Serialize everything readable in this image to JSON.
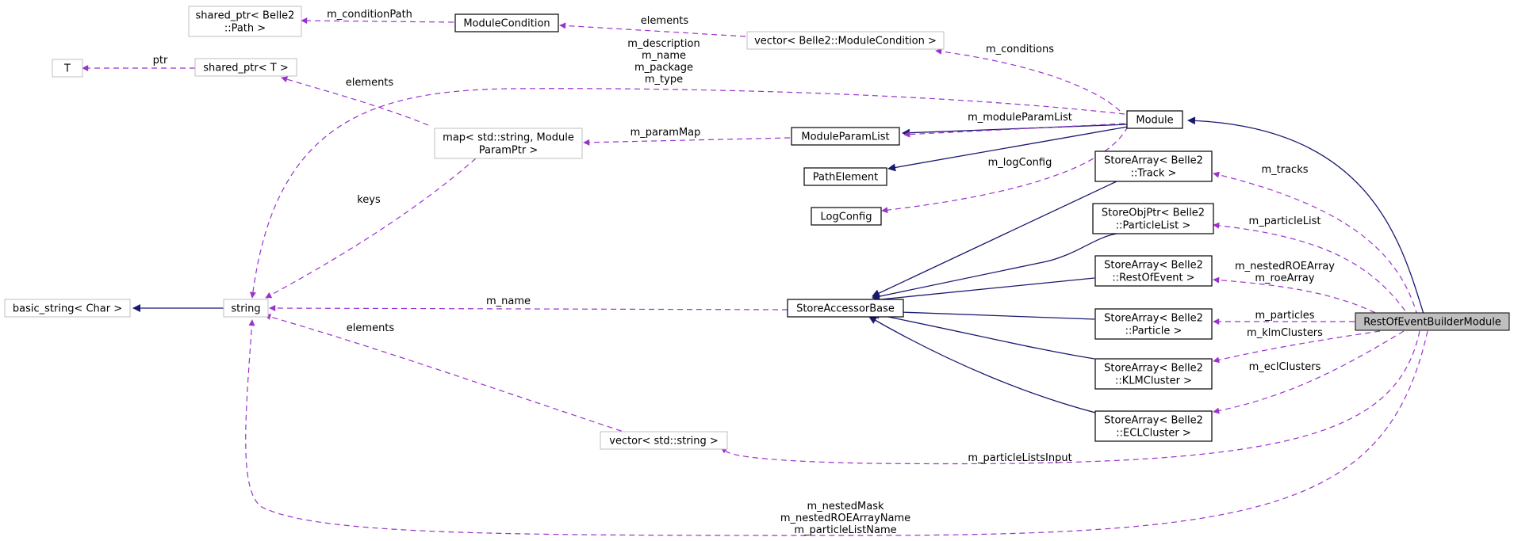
{
  "colors": {
    "inheritance": "#191970",
    "usage": "#9a32cd",
    "grey_border": "#bfbfbf",
    "focus_fill": "#bfbfbf"
  },
  "nodes": {
    "sp_path": [
      "shared_ptr< Belle2",
      "::Path >"
    ],
    "module_condition": [
      "ModuleCondition"
    ],
    "vec_module_condition": [
      "vector< Belle2::ModuleCondition >"
    ],
    "t": [
      "T"
    ],
    "sp_t": [
      "shared_ptr< T >"
    ],
    "map_param": [
      "map< std::string, Module",
      "ParamPtr >"
    ],
    "module_param_list": [
      "ModuleParamList"
    ],
    "module": [
      "Module"
    ],
    "path_element": [
      "PathElement"
    ],
    "log_config": [
      "LogConfig"
    ],
    "sa_track": [
      "StoreArray< Belle2",
      "::Track >"
    ],
    "sop_particle_list": [
      "StoreObjPtr< Belle2",
      "::ParticleList >"
    ],
    "sa_roe": [
      "StoreArray< Belle2",
      "::RestOfEvent >"
    ],
    "basic_string": [
      "basic_string< Char >"
    ],
    "string": [
      "string"
    ],
    "store_accessor_base": [
      "StoreAccessorBase"
    ],
    "rest_of_event_builder": [
      "RestOfEventBuilderModule"
    ],
    "sa_particle": [
      "StoreArray< Belle2",
      "::Particle >"
    ],
    "sa_klm": [
      "StoreArray< Belle2",
      "::KLMCluster >"
    ],
    "sa_ecl": [
      "StoreArray< Belle2",
      "::ECLCluster >"
    ],
    "vec_string": [
      "vector< std::string >"
    ]
  },
  "edge_labels": {
    "m_conditionPath": [
      "m_conditionPath"
    ],
    "elements_cond": [
      "elements"
    ],
    "m_conditions": [
      "m_conditions"
    ],
    "ptr": [
      "ptr"
    ],
    "elements_map": [
      "elements"
    ],
    "module_strings": [
      "m_description",
      "m_name",
      "m_package",
      "m_type"
    ],
    "m_paramMap": [
      "m_paramMap"
    ],
    "m_moduleParamList": [
      "m_moduleParamList"
    ],
    "m_logConfig": [
      "m_logConfig"
    ],
    "keys": [
      "keys"
    ],
    "m_tracks": [
      "m_tracks"
    ],
    "m_particleList": [
      "m_particleList"
    ],
    "roe_arrays": [
      "m_nestedROEArray",
      "m_roeArray"
    ],
    "m_name_sab": [
      "m_name"
    ],
    "m_particles": [
      "m_particles"
    ],
    "m_klmClusters": [
      "m_klmClusters"
    ],
    "m_eclClusters": [
      "m_eclClusters"
    ],
    "elements_vec": [
      "elements"
    ],
    "m_particleListsInput": [
      "m_particleListsInput"
    ],
    "bottom_strings": [
      "m_nestedMask",
      "m_nestedROEArrayName",
      "m_particleListName"
    ]
  }
}
